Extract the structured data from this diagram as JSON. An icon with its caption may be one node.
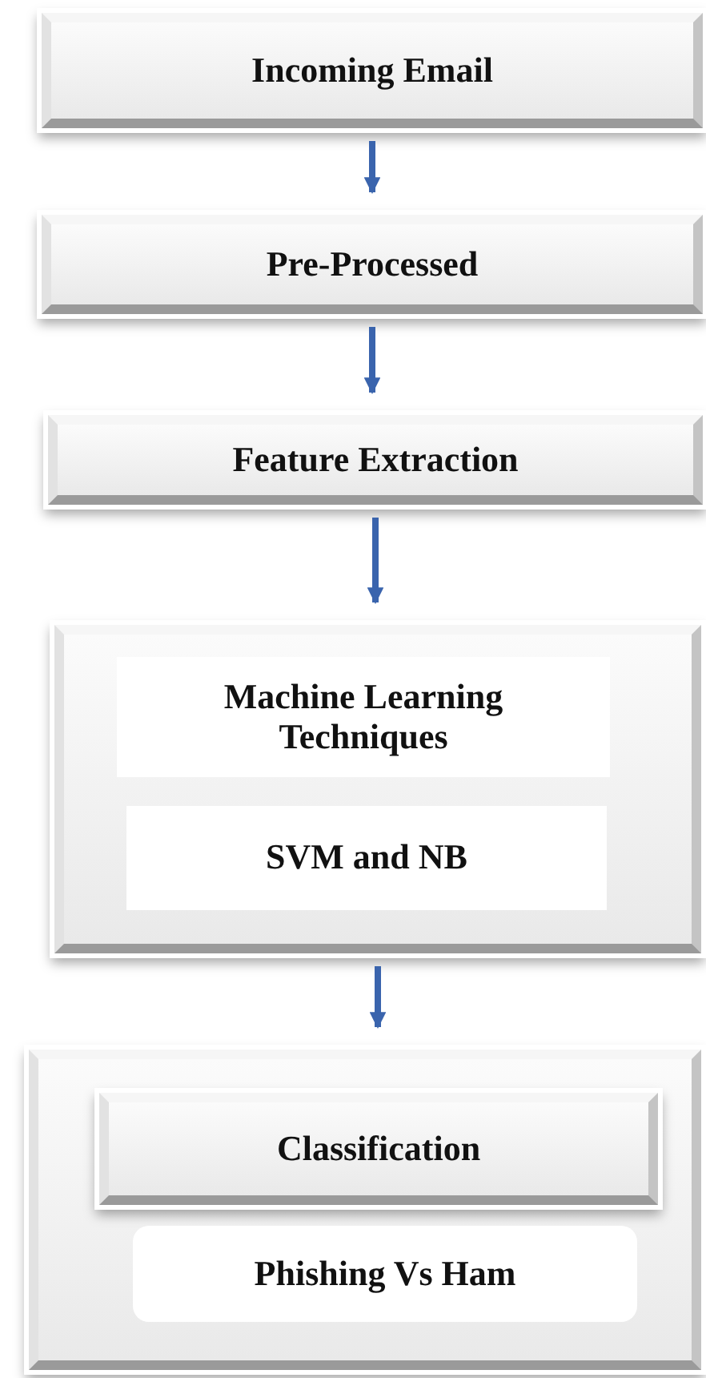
{
  "diagram": {
    "nodes": [
      {
        "text": [
          "Incoming Email"
        ]
      },
      {
        "text": [
          "Pre-Processed"
        ]
      },
      {
        "text": [
          "Feature Extraction"
        ]
      },
      {
        "text": [],
        "shape": "box"
      },
      {
        "text": [
          "Machine Learning Techniques"
        ],
        "in": 3
      },
      {
        "text": [
          "SVM and NB"
        ],
        "in": 3
      },
      {
        "text": [],
        "shape": "box"
      },
      {
        "text": [
          "Classification"
        ],
        "in": 6
      },
      {
        "text": [
          "Phishing Vs Ham"
        ],
        "in": 6
      }
    ],
    "edges": [
      {
        "from": 0,
        "to": 1,
        "arrow": "to"
      },
      {
        "from": 1,
        "to": 2,
        "arrow": "to"
      },
      {
        "from": 2,
        "to": 3,
        "arrow": "to"
      },
      {
        "from": 3,
        "to": 6,
        "arrow": "to"
      }
    ]
  }
}
